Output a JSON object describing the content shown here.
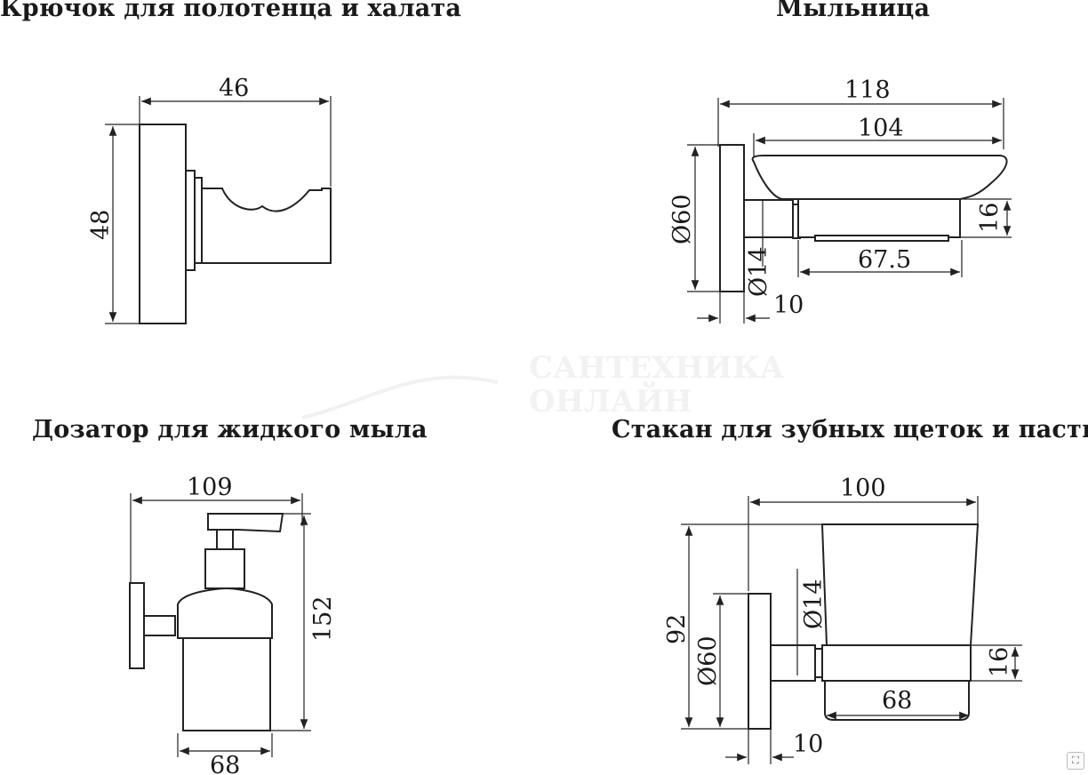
{
  "sections": {
    "hook": {
      "title": "Крючок для полотенца и халата",
      "dims": [
        "46",
        "48"
      ]
    },
    "soap_dish": {
      "title": "Мыльница",
      "dims": [
        "118",
        "104",
        "Ø60",
        "16",
        "67.5",
        "Ø14",
        "10"
      ]
    },
    "dispenser": {
      "title": "Дозатор для жидкого мыла",
      "dims": [
        "109",
        "152",
        "68"
      ]
    },
    "cup": {
      "title": "Стакан для зубных щеток и пасты",
      "dims": [
        "100",
        "92",
        "Ø60",
        "Ø14",
        "16",
        "68",
        "10"
      ]
    }
  },
  "watermark": [
    "САНТЕХНИКА",
    "ОНЛАЙН"
  ],
  "icons": {
    "expand": "expand-icon"
  }
}
